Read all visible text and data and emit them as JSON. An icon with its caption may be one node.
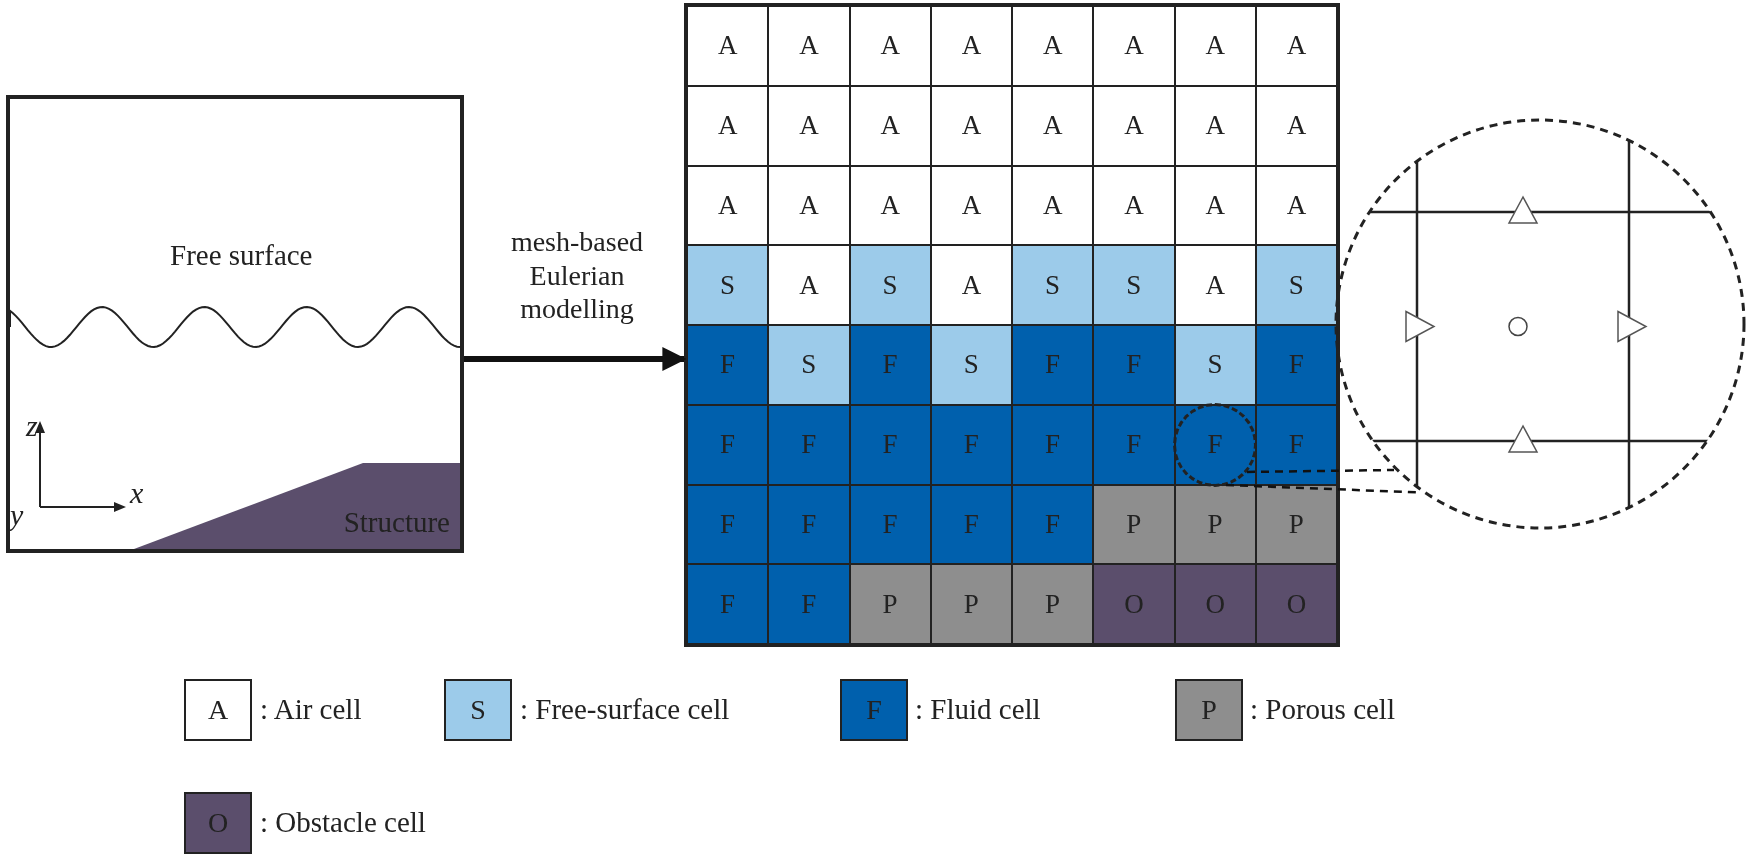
{
  "diagram": {
    "nodes": [
      {
        "text": [
          "Free surface"
        ]
      },
      {
        "text": [
          "Structure"
        ],
        "in": 0
      },
      {
        "text": [],
        "shape": "box"
      },
      {
        "text": [
          "A"
        ],
        "in": 2
      },
      {
        "text": [
          "A"
        ],
        "in": 2
      },
      {
        "text": [
          "A"
        ],
        "in": 2
      },
      {
        "text": [
          "A"
        ],
        "in": 2
      },
      {
        "text": [
          "A"
        ],
        "in": 2
      },
      {
        "text": [
          "A"
        ],
        "in": 2
      },
      {
        "text": [
          "A"
        ],
        "in": 2
      },
      {
        "text": [
          "A"
        ],
        "in": 2
      },
      {
        "text": [
          "A"
        ],
        "in": 2
      },
      {
        "text": [
          "A"
        ],
        "in": 2
      },
      {
        "text": [
          "A"
        ],
        "in": 2
      },
      {
        "text": [
          "A"
        ],
        "in": 2
      },
      {
        "text": [
          "A"
        ],
        "in": 2
      },
      {
        "text": [
          "A"
        ],
        "in": 2
      },
      {
        "text": [
          "A"
        ],
        "in": 2
      },
      {
        "text": [
          "A"
        ],
        "in": 2
      },
      {
        "text": [
          "A"
        ],
        "in": 2
      },
      {
        "text": [
          "A"
        ],
        "in": 2
      },
      {
        "text": [
          "A"
        ],
        "in": 2
      },
      {
        "text": [
          "A"
        ],
        "in": 2
      },
      {
        "text": [
          "A"
        ],
        "in": 2
      },
      {
        "text": [
          "A"
        ],
        "in": 2
      },
      {
        "text": [
          "A"
        ],
        "in": 2
      },
      {
        "text": [
          "A"
        ],
        "in": 2
      },
      {
        "text": [
          "S"
        ],
        "in": 2
      },
      {
        "text": [
          "A"
        ],
        "in": 2
      },
      {
        "text": [
          "S"
        ],
        "in": 2
      },
      {
        "text": [
          "A"
        ],
        "in": 2
      },
      {
        "text": [
          "S"
        ],
        "in": 2
      },
      {
        "text": [
          "S"
        ],
        "in": 2
      },
      {
        "text": [
          "A"
        ],
        "in": 2
      },
      {
        "text": [
          "S"
        ],
        "in": 2
      },
      {
        "text": [
          "F"
        ],
        "in": 2
      },
      {
        "text": [
          "S"
        ],
        "in": 2
      },
      {
        "text": [
          "F"
        ],
        "in": 2
      },
      {
        "text": [
          "S"
        ],
        "in": 2
      },
      {
        "text": [
          "F"
        ],
        "in": 2
      },
      {
        "text": [
          "F"
        ],
        "in": 2
      },
      {
        "text": [
          "S"
        ],
        "in": 2
      },
      {
        "text": [
          "F"
        ],
        "in": 2
      },
      {
        "text": [
          "F"
        ],
        "in": 2
      },
      {
        "text": [
          "F"
        ],
        "in": 2
      },
      {
        "text": [
          "F"
        ],
        "in": 2
      },
      {
        "text": [
          "F"
        ],
        "in": 2
      },
      {
        "text": [
          "F"
        ],
        "in": 2
      },
      {
        "text": [
          "F"
        ],
        "in": 2
      },
      {
        "text": [
          "F"
        ],
        "in": 2
      },
      {
        "text": [
          "F"
        ],
        "in": 2
      },
      {
        "text": [
          "F"
        ],
        "in": 2
      },
      {
        "text": [
          "F"
        ],
        "in": 2
      },
      {
        "text": [
          "F"
        ],
        "in": 2
      },
      {
        "text": [
          "F"
        ],
        "in": 2
      },
      {
        "text": [
          "F"
        ],
        "in": 2
      },
      {
        "text": [
          "P"
        ],
        "in": 2
      },
      {
        "text": [
          "P"
        ],
        "in": 2
      },
      {
        "text": [
          "P"
        ],
        "in": 2
      },
      {
        "text": [
          "F"
        ],
        "in": 2
      },
      {
        "text": [
          "F"
        ],
        "in": 2
      },
      {
        "text": [
          "P"
        ],
        "in": 2
      },
      {
        "text": [
          "P"
        ],
        "in": 2
      },
      {
        "text": [
          "P"
        ],
        "in": 2
      },
      {
        "text": [
          "O"
        ],
        "in": 2
      },
      {
        "text": [
          "O"
        ],
        "in": 2
      },
      {
        "text": [
          "O"
        ],
        "in": 2
      },
      {
        "text": [],
        "shape": "circle",
        "in": 2
      },
      {
        "text": [],
        "shape": "circle"
      }
    ],
    "edges": [
      {
        "from": 0,
        "to": 2,
        "arrow": "to",
        "label": "mesh-based Eulerian modelling",
        "style": "thick"
      },
      {
        "from": 67,
        "to": 68,
        "arrow": "none",
        "style": "dashed"
      },
      {
        "from": 67,
        "to": 68,
        "arrow": "none",
        "style": "dashed"
      }
    ],
    "labels": [
      "z",
      "x",
      "y",
      "A",
      "S",
      "F",
      "P",
      "O"
    ],
    "legend": [
      {
        "text": ": Air cell",
        "color": "#ffffff"
      },
      {
        "text": ": Free-surface cell",
        "color": "#9ccbea"
      },
      {
        "text": ": Fluid cell",
        "color": "#0060ad"
      },
      {
        "text": ": Porous cell",
        "color": "#8e8e8e"
      },
      {
        "text": ": Obstacle cell",
        "color": "#5b4e6c"
      }
    ]
  }
}
